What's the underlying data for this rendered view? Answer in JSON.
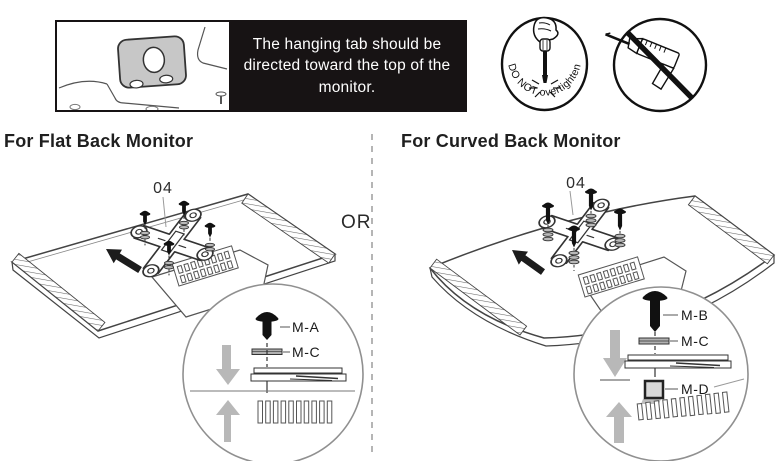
{
  "note": {
    "text": "The hanging tab should be directed toward the top of the monitor."
  },
  "warnings": {
    "overtighten_label": "DO NOT overtighten",
    "icons": {
      "overtighten": "screwdriver-hand-icon",
      "no_drill": "crossed-drill-icon"
    }
  },
  "divider": {
    "or_label": "OR"
  },
  "flat": {
    "title": "For Flat Back Monitor",
    "part_label": "04",
    "screw_label": "M-A",
    "spacer_label": "M-C"
  },
  "curved": {
    "title": "For Curved Back Monitor",
    "part_label": "04",
    "screw_label": "M-B",
    "spacer_label": "M-C",
    "pad_label": "M-D"
  }
}
